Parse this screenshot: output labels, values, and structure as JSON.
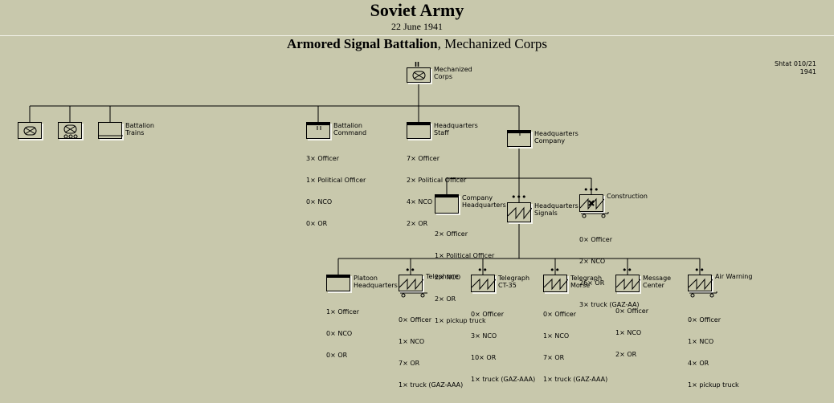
{
  "header": {
    "title": "Soviet Army",
    "date": "22 June 1941",
    "unit_bold": "Armored Signal Battalion",
    "unit_rest": ", Mechanized Corps",
    "shtat_line1": "Shtat 010/21",
    "shtat_line2": "1941"
  },
  "nodes": {
    "mech_corps": {
      "label": "Mechanized\nCorps",
      "icon": "armored-unit-icon",
      "echelon": "II"
    },
    "armored_bn_1": {
      "label": "",
      "icon": "tank-unit-icon"
    },
    "armored_bn_2": {
      "label": "",
      "icon": "armored-car-unit-icon"
    },
    "battalion_trains": {
      "label": "Battalion\nTrains",
      "icon": "supply-unit-icon"
    },
    "battalion_command": {
      "label": "Battalion\nCommand",
      "icon": "headquarters-icon",
      "echelon": "II",
      "personnel": [
        "3× Officer",
        "1× Political Officer",
        "0× NCO",
        "0× OR"
      ]
    },
    "hq_staff": {
      "label": "Headquarters\nStaff",
      "icon": "headquarters-icon",
      "personnel": [
        "7× Officer",
        "2× Political Officer",
        "4× NCO",
        "2× OR"
      ]
    },
    "hq_company": {
      "label": "Headquarters\nCompany",
      "icon": "headquarters-company-icon",
      "personnel": []
    },
    "company_hq": {
      "label": "Company\nHeadquarters",
      "icon": "headquarters-icon",
      "personnel": [
        "2× Officer",
        "1× Political Officer",
        "2× NCO",
        "2× OR",
        "1× pickup truck"
      ]
    },
    "hq_signals": {
      "label": "Headquarters\nSignals",
      "icon": "signal-platoon-icon",
      "echelon": "•••",
      "personnel": []
    },
    "construction": {
      "label": "Construction",
      "icon": "signal-construction-icon",
      "echelon": "•••",
      "personnel": [
        "0× Officer",
        "2× NCO",
        "26× OR",
        "3× truck (GAZ-AA)"
      ]
    },
    "platoon_hq": {
      "label": "Platoon\nHeadquarters",
      "icon": "headquarters-icon",
      "personnel": [
        "1× Officer",
        "0× NCO",
        "0× OR"
      ]
    },
    "telephone": {
      "label": "Telephone",
      "icon": "signal-section-icon",
      "echelon": "••",
      "personnel": [
        "0× Officer",
        "1× NCO",
        "7× OR",
        "1× truck (GAZ-AAA)"
      ]
    },
    "telegraph_ct35": {
      "label": "Telegraph\nCT-35",
      "icon": "signal-section-icon",
      "echelon": "••",
      "personnel": [
        "0× Officer",
        "3× NCO",
        "10× OR",
        "1× truck (GAZ-AAA)"
      ]
    },
    "telegraph_morse": {
      "label": "Telegraph\nMorse",
      "icon": "signal-section-icon",
      "echelon": "••",
      "personnel": [
        "0× Officer",
        "1× NCO",
        "7× OR",
        "1× truck (GAZ-AAA)"
      ]
    },
    "message_center": {
      "label": "Message\nCenter",
      "icon": "signal-section-icon",
      "echelon": "••",
      "personnel": [
        "0× Officer",
        "1× NCO",
        "2× OR"
      ]
    },
    "air_warning": {
      "label": "Air Warning",
      "icon": "signal-section-icon",
      "echelon": "••",
      "personnel": [
        "0× Officer",
        "1× NCO",
        "4× OR",
        "1× pickup truck"
      ]
    }
  },
  "colors": {
    "background": "#c8c8ac",
    "line": "#000000",
    "highlight": "#f4f4ec"
  }
}
